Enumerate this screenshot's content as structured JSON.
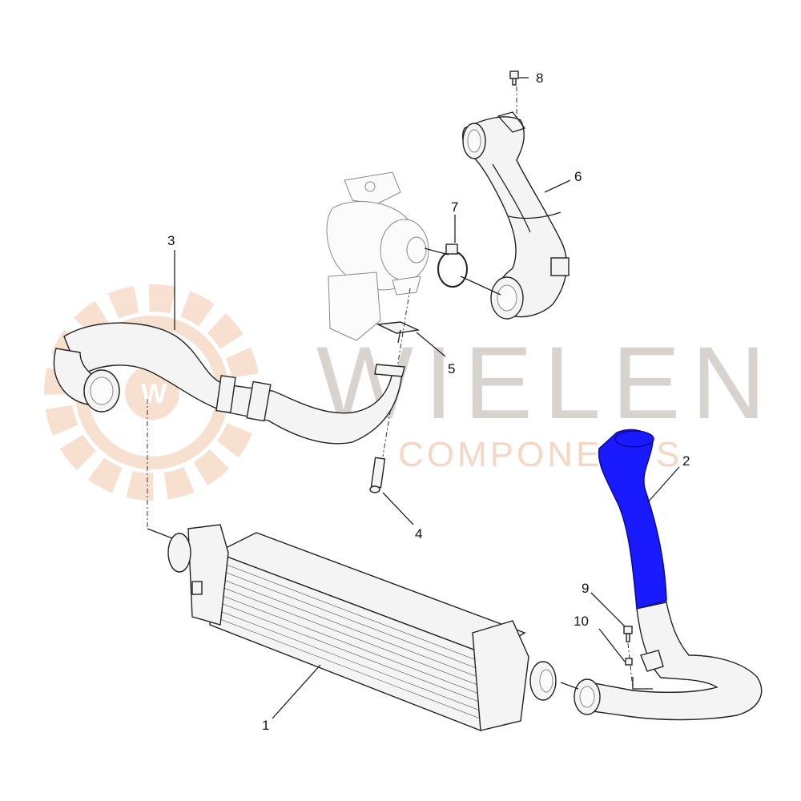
{
  "watermark": {
    "brand": "WIELEN",
    "sub": "COMPONENTS",
    "logo_letter": "W",
    "color_gear": "#f3c7ad",
    "color_text": "#d9d3cf"
  },
  "callouts": [
    {
      "id": "1",
      "label": "1"
    },
    {
      "id": "2",
      "label": "2"
    },
    {
      "id": "3",
      "label": "3"
    },
    {
      "id": "4",
      "label": "4"
    },
    {
      "id": "5",
      "label": "5"
    },
    {
      "id": "6",
      "label": "6"
    },
    {
      "id": "7",
      "label": "7"
    },
    {
      "id": "8",
      "label": "8"
    },
    {
      "id": "9",
      "label": "9"
    },
    {
      "id": "10",
      "label": "10"
    }
  ],
  "highlight_color": "#1a1aff"
}
